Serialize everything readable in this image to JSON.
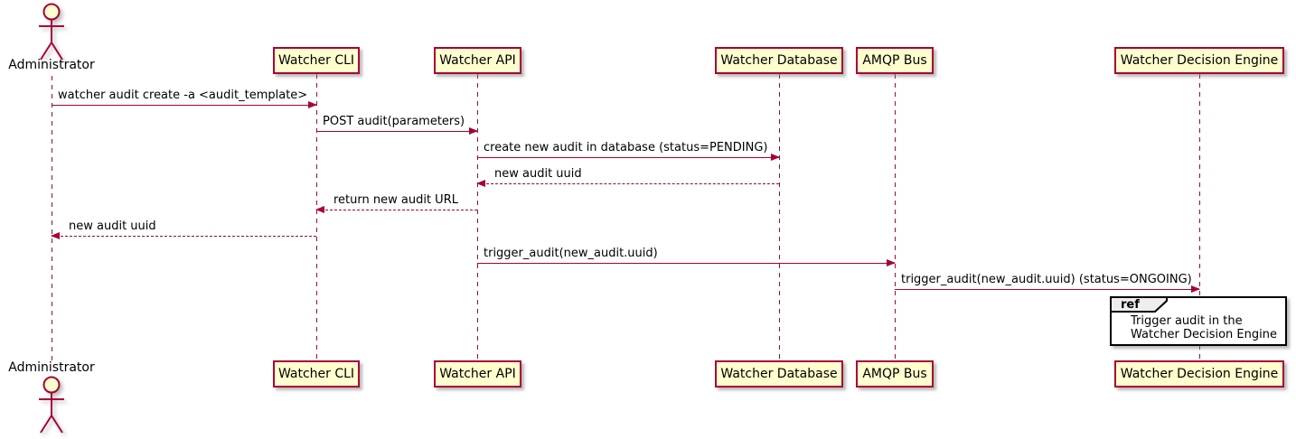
{
  "diagram": {
    "kind": "uml-sequence-diagram",
    "colors": {
      "participant_fill": "#FEFECE",
      "participant_border": "#A80036",
      "arrow": "#A80036",
      "lifeline": "#A80036",
      "ref_border": "#000000",
      "ref_header_fill": "#EEEEEE",
      "text": "#000000",
      "background": "#FFFFFF"
    }
  },
  "actor": {
    "name": "Administrator"
  },
  "participants": [
    {
      "name": "Watcher CLI"
    },
    {
      "name": "Watcher API"
    },
    {
      "name": "Watcher Database"
    },
    {
      "name": "AMQP Bus"
    },
    {
      "name": "Watcher Decision Engine"
    }
  ],
  "messages": [
    {
      "from": "Administrator",
      "to": "Watcher CLI",
      "label": "watcher audit create -a <audit_template>",
      "line": "solid",
      "direction": "right"
    },
    {
      "from": "Watcher CLI",
      "to": "Watcher API",
      "label": "POST audit(parameters)",
      "line": "solid",
      "direction": "right"
    },
    {
      "from": "Watcher API",
      "to": "Watcher Database",
      "label": "create new audit in database (status=PENDING)",
      "line": "solid",
      "direction": "right"
    },
    {
      "from": "Watcher Database",
      "to": "Watcher API",
      "label": "new audit uuid",
      "line": "dashed",
      "direction": "left"
    },
    {
      "from": "Watcher API",
      "to": "Watcher CLI",
      "label": "return new audit URL",
      "line": "dashed",
      "direction": "left"
    },
    {
      "from": "Watcher CLI",
      "to": "Administrator",
      "label": "new audit uuid",
      "line": "dashed",
      "direction": "left"
    },
    {
      "from": "Watcher API",
      "to": "AMQP Bus",
      "label": "trigger_audit(new_audit.uuid)",
      "line": "solid",
      "direction": "right"
    },
    {
      "from": "AMQP Bus",
      "to": "Watcher Decision Engine",
      "label": "trigger_audit(new_audit.uuid) (status=ONGOING)",
      "line": "solid",
      "direction": "right"
    }
  ],
  "ref": {
    "keyword": "ref",
    "over": "Watcher Decision Engine",
    "lines": [
      "Trigger audit in the",
      "Watcher Decision Engine"
    ]
  }
}
